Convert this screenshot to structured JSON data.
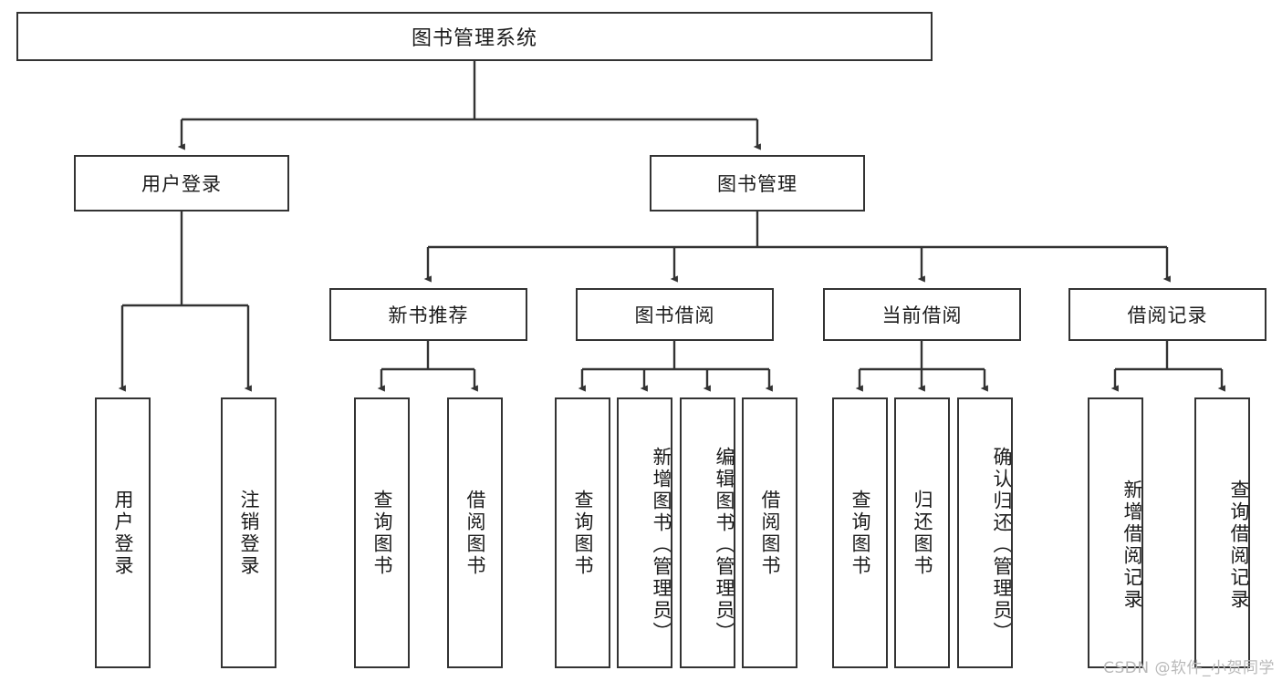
{
  "diagram": {
    "title": "图书管理系统",
    "watermark": "CSDN @软件_小贺同学",
    "type": "tree",
    "levels": 4,
    "colors": {
      "stroke": "#333333",
      "fill": "#ffffff",
      "text": "#1b1b1b",
      "watermark": "#b9b9b9"
    },
    "root": {
      "label": "图书管理系统"
    },
    "level2": [
      {
        "label": "用户登录"
      },
      {
        "label": "图书管理"
      }
    ],
    "level3": [
      {
        "label": "新书推荐"
      },
      {
        "label": "图书借阅"
      },
      {
        "label": "当前借阅"
      },
      {
        "label": "借阅记录"
      }
    ],
    "leaves": {
      "user_login": [
        {
          "label": "用户登录"
        },
        {
          "label": "注销登录"
        }
      ],
      "new_book_recommend": [
        {
          "label": "查询图书"
        },
        {
          "label": "借阅图书"
        }
      ],
      "book_borrow": [
        {
          "label": "查询图书"
        },
        {
          "label": "新增图书（管理员）"
        },
        {
          "label": "编辑图书（管理员）"
        },
        {
          "label": "借阅图书"
        }
      ],
      "current_borrow": [
        {
          "label": "查询图书"
        },
        {
          "label": "归还图书"
        },
        {
          "label": "确认归还（管理员）"
        }
      ],
      "borrow_record": [
        {
          "label": "新增借阅记录"
        },
        {
          "label": "查询借阅记录"
        }
      ]
    }
  }
}
